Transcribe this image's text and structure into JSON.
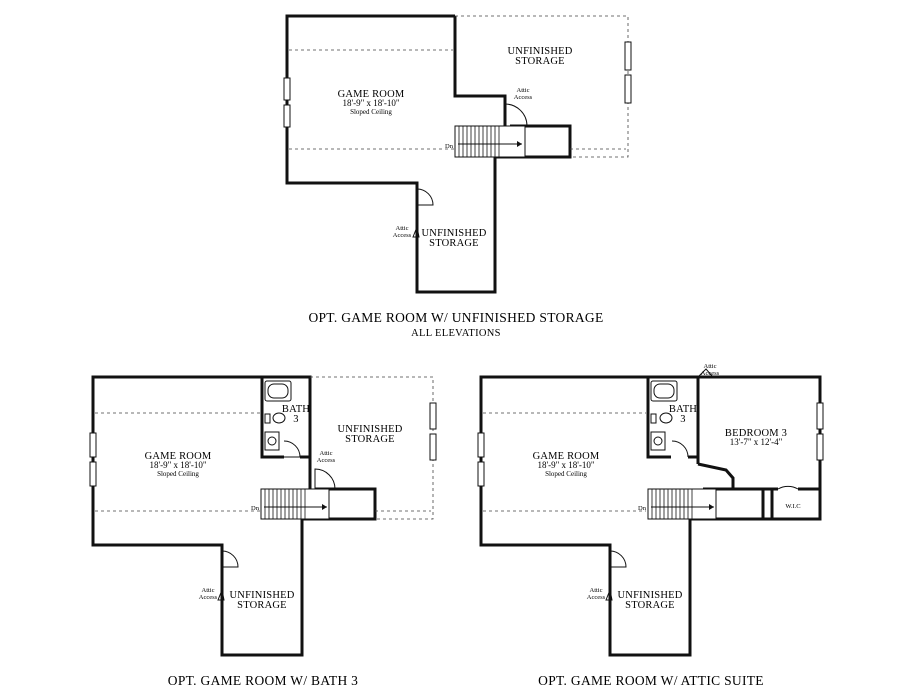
{
  "top_plan": {
    "game_room": {
      "name": "GAME ROOM",
      "dims": "18'-9\" x 18'-10\"",
      "note": "Sloped Ceiling"
    },
    "storage_upper": {
      "line1": "UNFINISHED",
      "line2": "STORAGE"
    },
    "storage_lower": {
      "line1": "UNFINISHED",
      "line2": "STORAGE"
    },
    "attic_upper": {
      "line1": "Attic",
      "line2": "Access"
    },
    "attic_lower": {
      "line1": "Attic",
      "line2": "Access"
    },
    "stair_label": "Dn",
    "caption": "OPT. GAME ROOM W/ UNFINISHED STORAGE",
    "subcaption": "ALL ELEVATIONS"
  },
  "bath_plan": {
    "game_room": {
      "name": "GAME ROOM",
      "dims": "18'-9\" x 18'-10\"",
      "note": "Sloped Ceiling"
    },
    "bath": {
      "line1": "BATH",
      "line2": "3"
    },
    "storage_upper": {
      "line1": "UNFINISHED",
      "line2": "STORAGE"
    },
    "storage_lower": {
      "line1": "UNFINISHED",
      "line2": "STORAGE"
    },
    "attic_upper": {
      "line1": "Attic",
      "line2": "Access"
    },
    "attic_lower": {
      "line1": "Attic",
      "line2": "Access"
    },
    "stair_label": "Dn",
    "caption": "OPT. GAME ROOM W/ BATH 3"
  },
  "suite_plan": {
    "game_room": {
      "name": "GAME ROOM",
      "dims": "18'-9\" x 18'-10\"",
      "note": "Sloped Ceiling"
    },
    "bath": {
      "line1": "BATH",
      "line2": "3"
    },
    "bedroom": {
      "name": "BEDROOM 3",
      "dims": "13'-7\" x 12'-4\""
    },
    "wic": "W.I.C",
    "storage_lower": {
      "line1": "UNFINISHED",
      "line2": "STORAGE"
    },
    "attic_top": {
      "line1": "Attic",
      "line2": "Access"
    },
    "attic_lower": {
      "line1": "Attic",
      "line2": "Access"
    },
    "stair_label": "Dn",
    "caption": "OPT. GAME ROOM W/ ATTIC SUITE"
  }
}
